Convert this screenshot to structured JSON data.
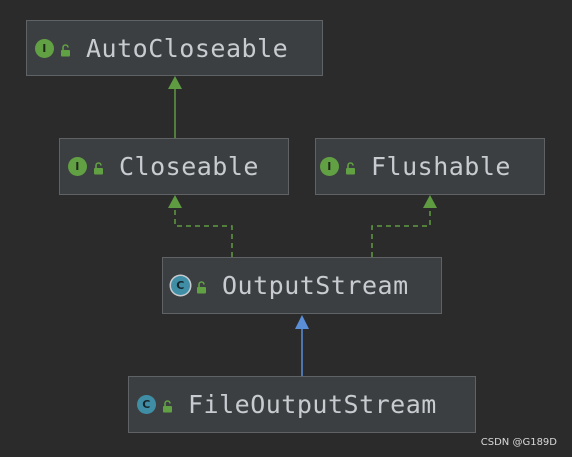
{
  "nodes": {
    "auto_closeable": {
      "label": "AutoCloseable",
      "kind_letter": "I"
    },
    "closeable": {
      "label": "Closeable",
      "kind_letter": "I"
    },
    "flushable": {
      "label": "Flushable",
      "kind_letter": "I"
    },
    "output_stream": {
      "label": "OutputStream",
      "kind_letter": "C"
    },
    "file_output_stream": {
      "label": "FileOutputStream",
      "kind_letter": "C"
    }
  },
  "colors": {
    "background": "#2b2b2b",
    "node_fill": "#3c3f41",
    "node_border": "#5f6366",
    "interface_icon": "#62a044",
    "class_icon": "#3f8ea6",
    "extends_interface_arrow": "#5f9b41",
    "implements_arrow": "#5f9b41",
    "extends_class_arrow": "#5a8fd8"
  },
  "icons": {
    "lock": "unlock-icon"
  },
  "watermark": "CSDN @G189D"
}
